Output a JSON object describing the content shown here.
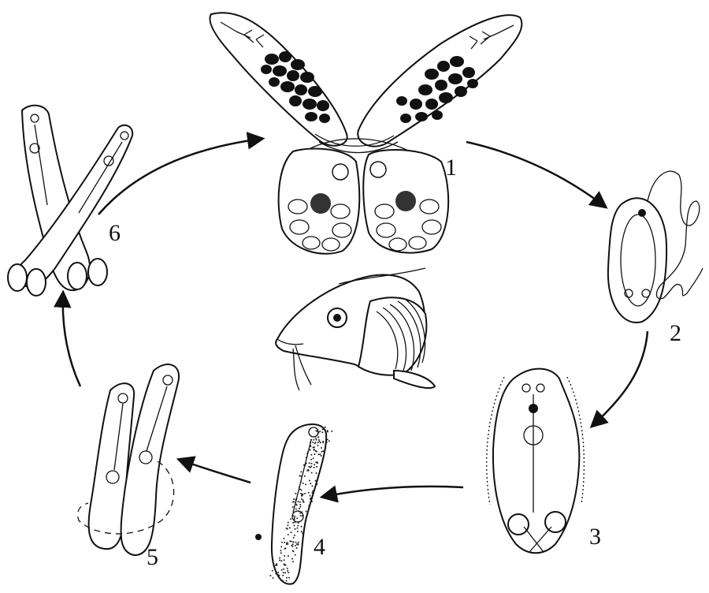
{
  "stages": [
    {
      "id": "stage-1",
      "label": "1"
    },
    {
      "id": "stage-2",
      "label": "2"
    },
    {
      "id": "stage-3",
      "label": "3"
    },
    {
      "id": "stage-4",
      "label": "4"
    },
    {
      "id": "stage-5",
      "label": "5"
    },
    {
      "id": "stage-6",
      "label": "6"
    }
  ],
  "colors": {
    "ink": "#111111",
    "background": "#ffffff"
  }
}
